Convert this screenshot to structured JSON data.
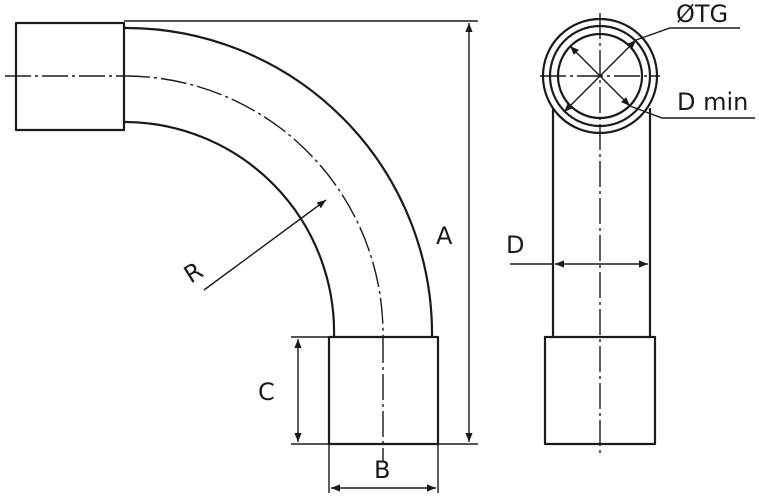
{
  "labels": {
    "tg": "ØTG",
    "d_min": "D min",
    "a": "A",
    "r": "R",
    "d": "D",
    "c": "C",
    "b": "B"
  },
  "colors": {
    "line": "#1a1a1a",
    "background": "#ffffff"
  }
}
